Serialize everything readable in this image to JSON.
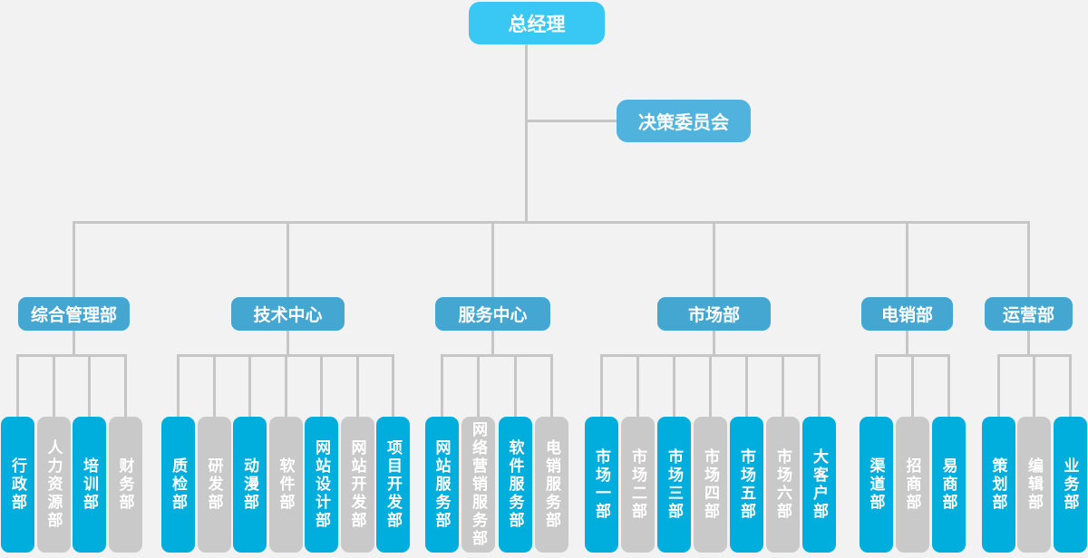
{
  "org_chart": {
    "root": {
      "label": "总经理"
    },
    "committee": {
      "label": "决策委员会"
    },
    "groups": [
      {
        "label": "综合管理部",
        "children": [
          "行政部",
          "人力资源部",
          "培训部",
          "财务部"
        ]
      },
      {
        "label": "技术中心",
        "children": [
          "质检部",
          "研发部",
          "动漫部",
          "软件部",
          "网站设计部",
          "网站开发部",
          "项目开发部"
        ]
      },
      {
        "label": "服务中心",
        "children": [
          "网站服务部",
          "网络营销服务部",
          "软件服务部",
          "电销服务部"
        ]
      },
      {
        "label": "市场部",
        "children": [
          "市场一部",
          "市场二部",
          "市场三部",
          "市场四部",
          "市场五部",
          "市场六部",
          "大客户部"
        ]
      },
      {
        "label": "电销部",
        "children": [
          "渠道部",
          "招商部",
          "易商部"
        ]
      },
      {
        "label": "运营部",
        "children": [
          "策划部",
          "编辑部",
          "业务部"
        ]
      }
    ],
    "colors": {
      "background": "#f2f2f2",
      "connector_line": "#c6c6c6",
      "root_fill": "#38c8f3",
      "committee_fill": "#4fb3de",
      "group_fill": "#44a7d2",
      "child_fill_primary": "#00aedd",
      "child_fill_secondary": "#c9c9c9",
      "text": "#ffffff"
    }
  }
}
